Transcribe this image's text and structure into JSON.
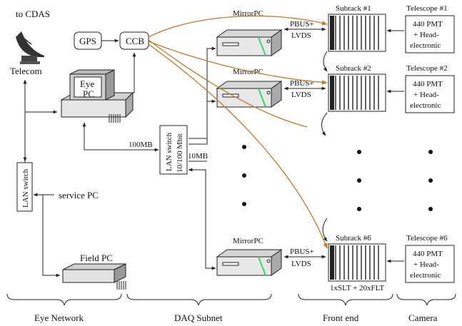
{
  "labels": {
    "to_cdas": "to CDAS",
    "telecom": "Telecom",
    "gps": "GPS",
    "ccb": "CCB",
    "eye_pc": "Eye PC",
    "lan_switch_left": "LAN switch",
    "service_pc": "service PC",
    "field_pc": "Field PC",
    "lan_switch_center": "LAN switch 10/100 Mbit",
    "link_100mb": "100MB",
    "link_10mb": "10MB",
    "mirror_pc": "MirrorPC",
    "pbus": "PBUS+",
    "lvds": "LVDS",
    "subrack_1": "Subrack #1",
    "subrack_2": "Subrack #2",
    "subrack_6": "Subrack #6",
    "slt_flt": "1xSLT + 20xFLT",
    "telescope_1": "Telescope #1",
    "telescope_2": "Telescope #2",
    "telescope_6": "Telescope #6",
    "pmt_line1": "440 PMT",
    "pmt_line2": "+ Head-",
    "pmt_line3": "electronic"
  },
  "sections": [
    "Eye Network",
    "DAQ Subnet",
    "Front end",
    "Camera"
  ],
  "colors": {
    "trigger_link": "#c07a2a",
    "mirror_stripe": "#39d46a",
    "line": "#222222"
  }
}
